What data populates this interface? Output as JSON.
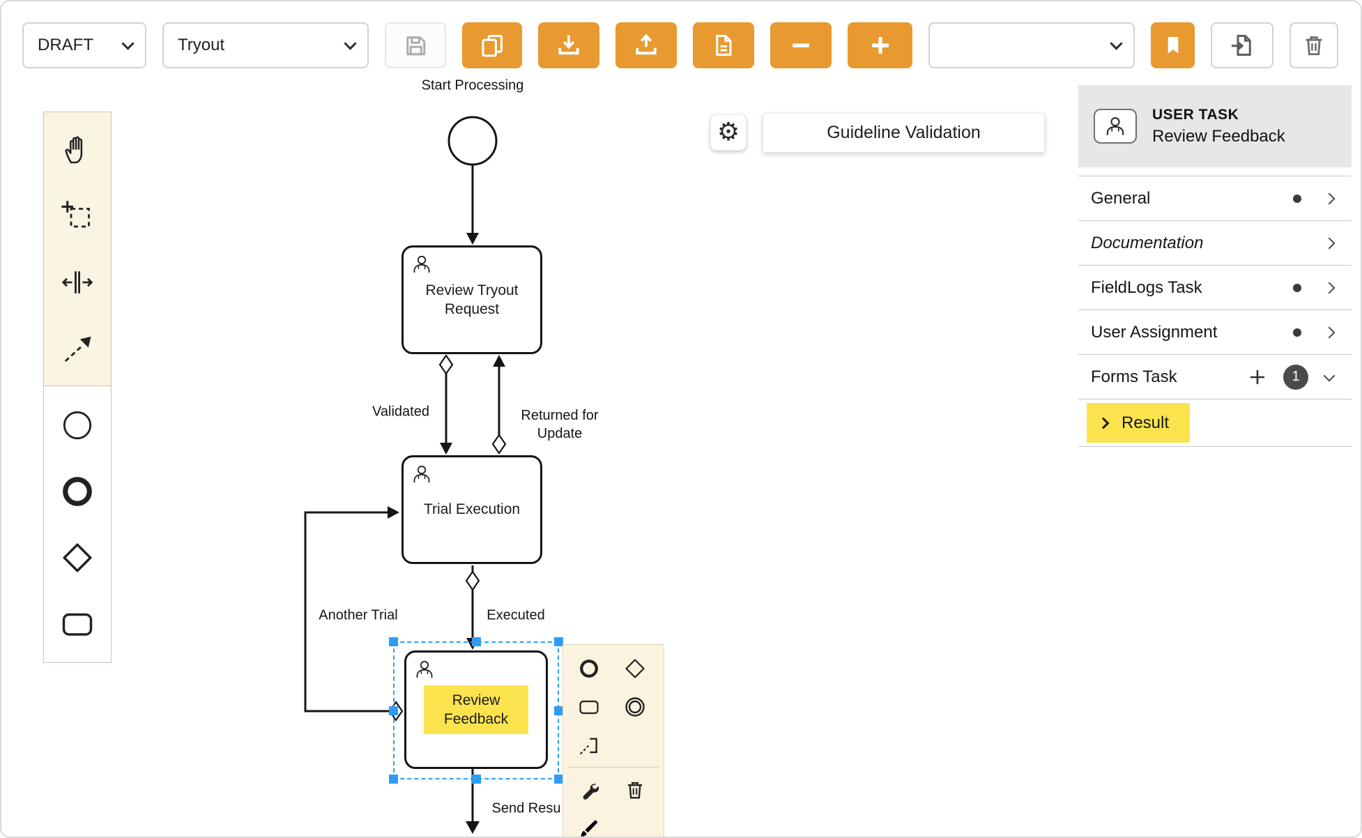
{
  "colors": {
    "accent_orange": "#E8992F",
    "highlight_yellow": "#FBE34D",
    "selection_blue": "#2E9CF5"
  },
  "toolbar": {
    "status_dropdown": "DRAFT",
    "diagram_dropdown": "Tryout",
    "version_dropdown": "",
    "icons": [
      "save-icon",
      "copy-icon",
      "download-icon",
      "upload-icon",
      "file-export-icon",
      "minus-icon",
      "plus-icon",
      "bookmark-icon",
      "file-import-icon",
      "trash-icon"
    ]
  },
  "palette": {
    "tools": [
      "hand-tool",
      "lasso-tool",
      "space-tool",
      "global-connect-tool"
    ],
    "shapes": [
      "start-event",
      "end-event",
      "gateway",
      "task"
    ]
  },
  "canvas": {
    "validation_button_label": "Guideline Validation",
    "labels": {
      "start_event": "Start Processing",
      "task_review_request": "Review Tryout Request",
      "task_trial_execution": "Trial Execution",
      "task_review_feedback": "Review Feedback",
      "flow_validated": "Validated",
      "flow_returned_for_update": "Returned for Update",
      "flow_executed": "Executed",
      "flow_another_trial": "Another Trial",
      "flow_send_result": "Send Resu"
    }
  },
  "context_pad": {
    "items": [
      "end-event",
      "gateway",
      "task",
      "intermediate-event",
      "text-annotation",
      "wrench",
      "trash",
      "color-picker"
    ]
  },
  "properties_panel": {
    "header": {
      "type_label": "USER TASK",
      "element_name": "Review Feedback"
    },
    "sections": [
      {
        "label": "General",
        "has_status_dot": true,
        "chevron": "right"
      },
      {
        "label": "Documentation",
        "italic": true,
        "chevron": "right"
      },
      {
        "label": "FieldLogs Task",
        "has_status_dot": true,
        "chevron": "right"
      },
      {
        "label": "User Assignment",
        "has_status_dot": true,
        "chevron": "right"
      },
      {
        "label": "Forms Task",
        "has_add_button": true,
        "badge_count": "1",
        "chevron": "down"
      }
    ],
    "forms_task_items": [
      {
        "label": "Result",
        "highlighted": true
      }
    ]
  }
}
